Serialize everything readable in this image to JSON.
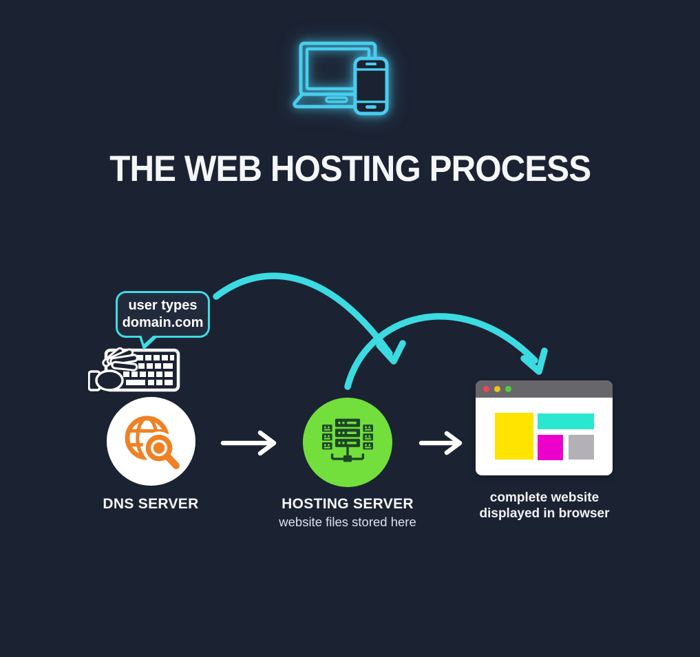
{
  "title": "THE WEB HOSTING PROCESS",
  "bubble": {
    "line1": "user types",
    "line2": "domain.com"
  },
  "dns": {
    "label": "DNS SERVER"
  },
  "hosting": {
    "label": "HOSTING SERVER",
    "sublabel": "website files stored here"
  },
  "browser": {
    "label_line1": "complete website",
    "label_line2": "displayed in browser"
  },
  "icons": {
    "header": "laptop-and-phone-neon-icon",
    "bubble_input": "hand-typing-on-keyboard-icon",
    "dns": "globe-with-magnifier-icon",
    "hosting": "server-rack-icon",
    "result": "browser-window-mockup",
    "flow": [
      "curved-arrow-bubble-to-hosting",
      "curved-arrow-hosting-to-browser",
      "straight-arrow-dns-to-hosting",
      "straight-arrow-hosting-to-browser"
    ]
  },
  "colors": {
    "background": "#1b2232",
    "accent_cyan": "#3edce4",
    "neon_blue": "#49cdef",
    "dns_orange": "#ef8124",
    "hosting_green": "#72df3c",
    "server_icon_dark": "#1d4526",
    "browser_bar_gray": "#67676b",
    "block_yellow": "#ffe400",
    "block_cyan": "#2ae8cf",
    "block_magenta": "#ee00cc",
    "block_gray": "#b3b1b5",
    "text_white": "#f5f6f8"
  }
}
